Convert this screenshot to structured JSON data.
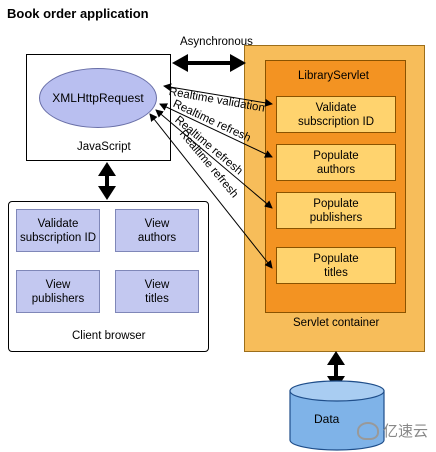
{
  "title": "Book order application",
  "asynchronous_label": "Asynchronous",
  "javascript_box": {
    "label": "JavaScript",
    "xhr_label": "XMLHttpRequest"
  },
  "client_browser": {
    "label": "Client browser",
    "buttons": [
      {
        "label": "Validate subscription ID"
      },
      {
        "label": "View authors"
      },
      {
        "label": "View publishers"
      },
      {
        "label": "View titles"
      }
    ]
  },
  "servlet_container": {
    "label": "Servlet container",
    "servlet_label": "LibraryServlet",
    "actions": [
      {
        "label": "Validate subscription ID"
      },
      {
        "label": "Populate authors"
      },
      {
        "label": "Populate publishers"
      },
      {
        "label": "Populate titles"
      }
    ]
  },
  "arrow_labels": {
    "validation": "Realtime validation",
    "refresh_1": "Realtime refresh",
    "refresh_2": "Realtime refresh",
    "refresh_3": "Realtime refresh"
  },
  "database": {
    "label": "Data"
  },
  "watermark": {
    "text": "亿速云"
  },
  "colors": {
    "client_blue": "#c3c8f0",
    "servlet_orange": "#f39322",
    "container_orange": "#f7bd5a",
    "action_yellow": "#ffd36e",
    "database_blue": "#7fb3e8"
  }
}
